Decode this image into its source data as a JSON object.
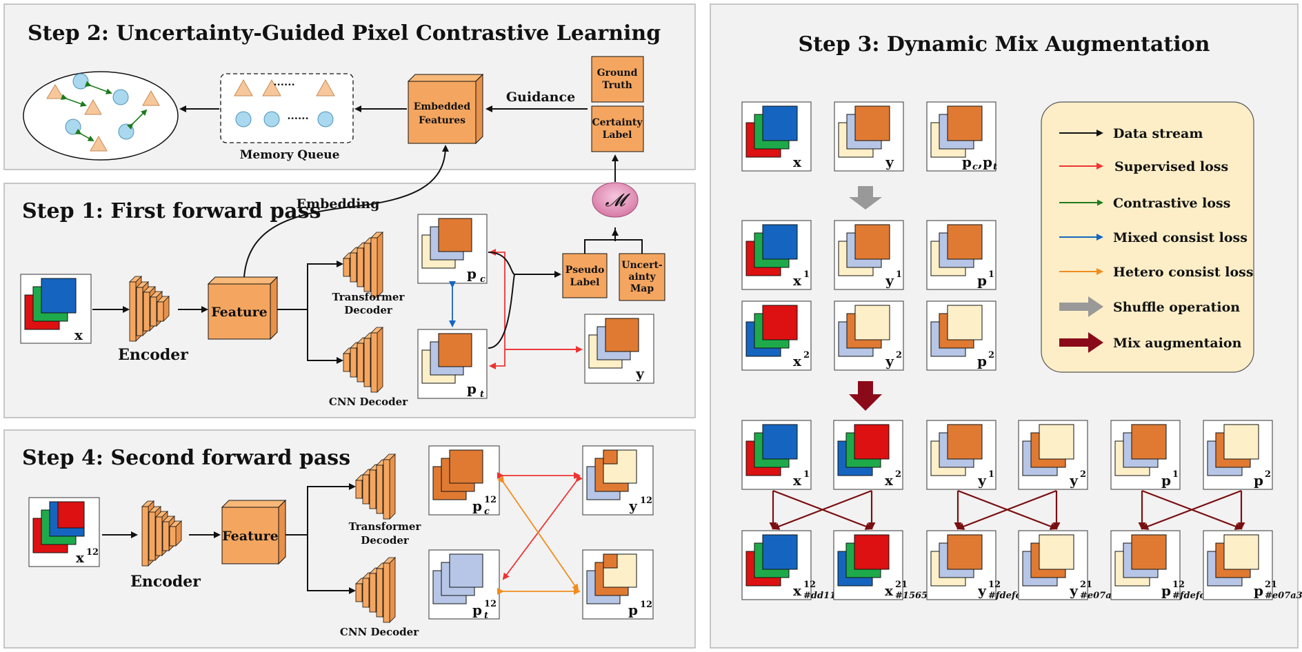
{
  "step2": {
    "title": "Step 2: Uncertainty-Guided Pixel Contrastive Learning",
    "memory_queue": "Memory Queue",
    "dots": "······",
    "embedded_features": [
      "Embedded",
      "Features"
    ],
    "guidance": "Guidance",
    "ground_truth": [
      "Ground",
      "Truth"
    ],
    "certainty_label": [
      "Certainty",
      "Label"
    ]
  },
  "step1": {
    "title": "Step 1: First forward pass",
    "embedding": "Embedding",
    "encoder": "Encoder",
    "feature": "Feature",
    "transformer_decoder": [
      "Transformer",
      "Decoder"
    ],
    "cnn_decoder": "CNN Decoder",
    "pseudo_label": [
      "Pseudo",
      "Label"
    ],
    "uncertainty_map": [
      "Uncert-",
      "ainty",
      "Map"
    ],
    "merge_symbol": "𝓜",
    "x": "x",
    "pc": "p",
    "pc_sub": "c",
    "pt": "p",
    "pt_sub": "t",
    "y": "y"
  },
  "step4": {
    "title": "Step 4: Second forward pass",
    "encoder": "Encoder",
    "feature": "Feature",
    "transformer_decoder": [
      "Transformer",
      "Decoder"
    ],
    "cnn_decoder": "CNN Decoder",
    "x12": "x",
    "x12_sup": "12",
    "pc12": "p",
    "pc12_sub": "c",
    "pc12_sup": "12",
    "pt12": "p",
    "pt12_sub": "t",
    "pt12_sup": "12",
    "y12": "y",
    "y12_sup": "12",
    "p12": "p",
    "p12_sup": "12"
  },
  "step3": {
    "title": "Step 3: Dynamic Mix Augmentation",
    "row1": [
      "x",
      "y",
      "p"
    ],
    "row1_pc_label": "c",
    "row1_pt_label": "t",
    "row2": [
      [
        "x",
        "1"
      ],
      [
        "y",
        "1"
      ],
      [
        "p",
        "1"
      ]
    ],
    "row3": [
      [
        "x",
        "2"
      ],
      [
        "y",
        "2"
      ],
      [
        "p",
        "2"
      ]
    ],
    "row4": [
      [
        "x",
        "1"
      ],
      [
        "x",
        "2"
      ],
      [
        "y",
        "1"
      ],
      [
        "y",
        "2"
      ],
      [
        "p",
        "1"
      ],
      [
        "p",
        "2"
      ]
    ],
    "row5": [
      [
        "x",
        "12"
      ],
      [
        "x",
        "21"
      ],
      [
        "y",
        "12"
      ],
      [
        "y",
        "21"
      ],
      [
        "p",
        "12"
      ],
      [
        "p",
        "21"
      ]
    ]
  },
  "legend": {
    "items": [
      {
        "label": "Data stream",
        "color": "#111111"
      },
      {
        "label": "Supervised loss",
        "color": "#ee3333"
      },
      {
        "label": "Contrastive loss",
        "color": "#1e7a1e"
      },
      {
        "label": "Mixed consist loss",
        "color": "#1565c0"
      },
      {
        "label": "Hetero consist loss",
        "color": "#f28c1c"
      },
      {
        "label": "Shuffle operation",
        "color": "#999999"
      },
      {
        "label": "Mix augmentaion",
        "color": "#8b0a1a"
      }
    ]
  },
  "colors": {
    "orange": "#f4a660",
    "orange_dark": "#e07a32",
    "cream": "#fdefc8",
    "lightblue": "#b7c6e6",
    "red": "#dd1111",
    "green": "#1eaa4a",
    "blue": "#1565c0",
    "panel": "#f2f2f2",
    "legend_bg": "#fdeec7"
  }
}
